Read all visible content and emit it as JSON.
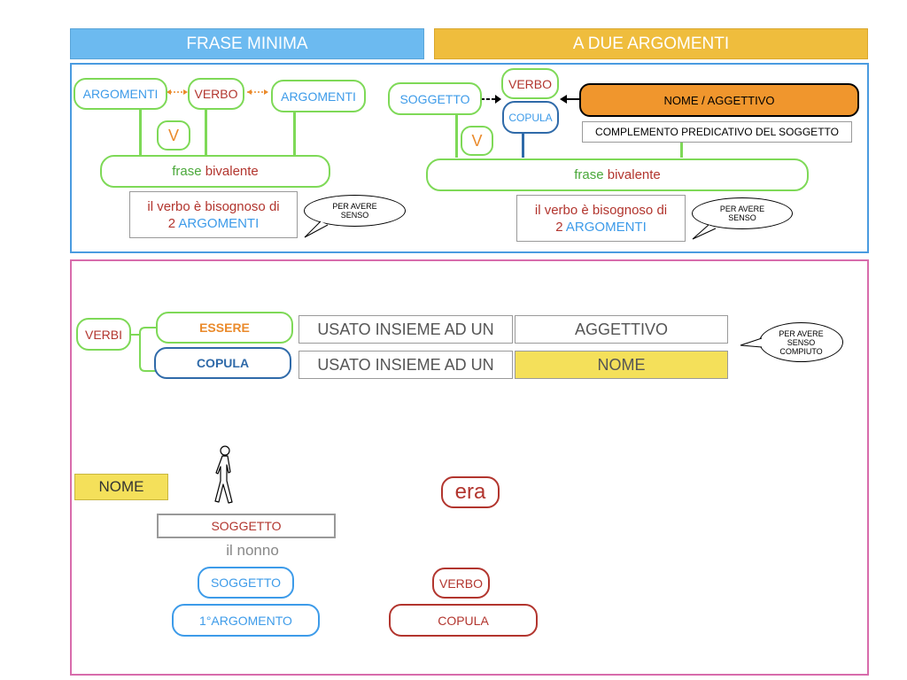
{
  "header": {
    "left_title": "FRASE MINIMA",
    "right_title": "A DUE ARGOMENTI"
  },
  "top_left": {
    "argomenti_left": "ARGOMENTI",
    "verbo": "VERBO",
    "argomenti_right": "ARGOMENTI",
    "v_label": "V",
    "frase": "frase",
    "bivalente": "bivalente",
    "explain_line1": "il verbo è bisognoso di",
    "explain_num": "2",
    "explain_arg": "ARGOMENTI",
    "bubble": "PER AVERE SENSO"
  },
  "top_right": {
    "soggetto": "SOGGETTO",
    "verbo": "VERBO",
    "copula": "COPULA",
    "nome_aggettivo": "NOME / AGGETTIVO",
    "complemento": "COMPLEMENTO PREDICATIVO DEL SOGGETTO",
    "v_label": "V",
    "frase": "frase",
    "bivalente": "bivalente",
    "explain_line1": "il verbo è bisognoso di",
    "explain_num": "2",
    "explain_arg": "ARGOMENTI",
    "bubble": "PER AVERE SENSO"
  },
  "bottom": {
    "verbi": "VERBI",
    "essere": "ESSERE",
    "copula": "COPULA",
    "usato1": "USATO INSIEME AD UN",
    "usato2": "USATO INSIEME AD UN",
    "aggettivo": "AGGETTIVO",
    "nome": "NOME",
    "bubble": "PER AVERE SENSO COMPIUTO",
    "nome_tag": "NOME",
    "soggetto_box": "SOGGETTO",
    "il_nonno": "il nonno",
    "era": "era",
    "soggetto_pill": "SOGGETTO",
    "primo_argomento": "1°ARGOMENTO",
    "verbo_pill": "VERBO",
    "copula_pill": "COPULA"
  },
  "colors": {
    "header_left": "#6cbaf0",
    "header_right": "#efbd3d",
    "top_frame": "#4a9be0",
    "bottom_frame": "#d86cac",
    "green_border": "#7ed957",
    "red_text": "#b2352e",
    "blue_text": "#3d9be9",
    "orange_fill": "#f0962d",
    "yellow_fill": "#f4e05a"
  }
}
